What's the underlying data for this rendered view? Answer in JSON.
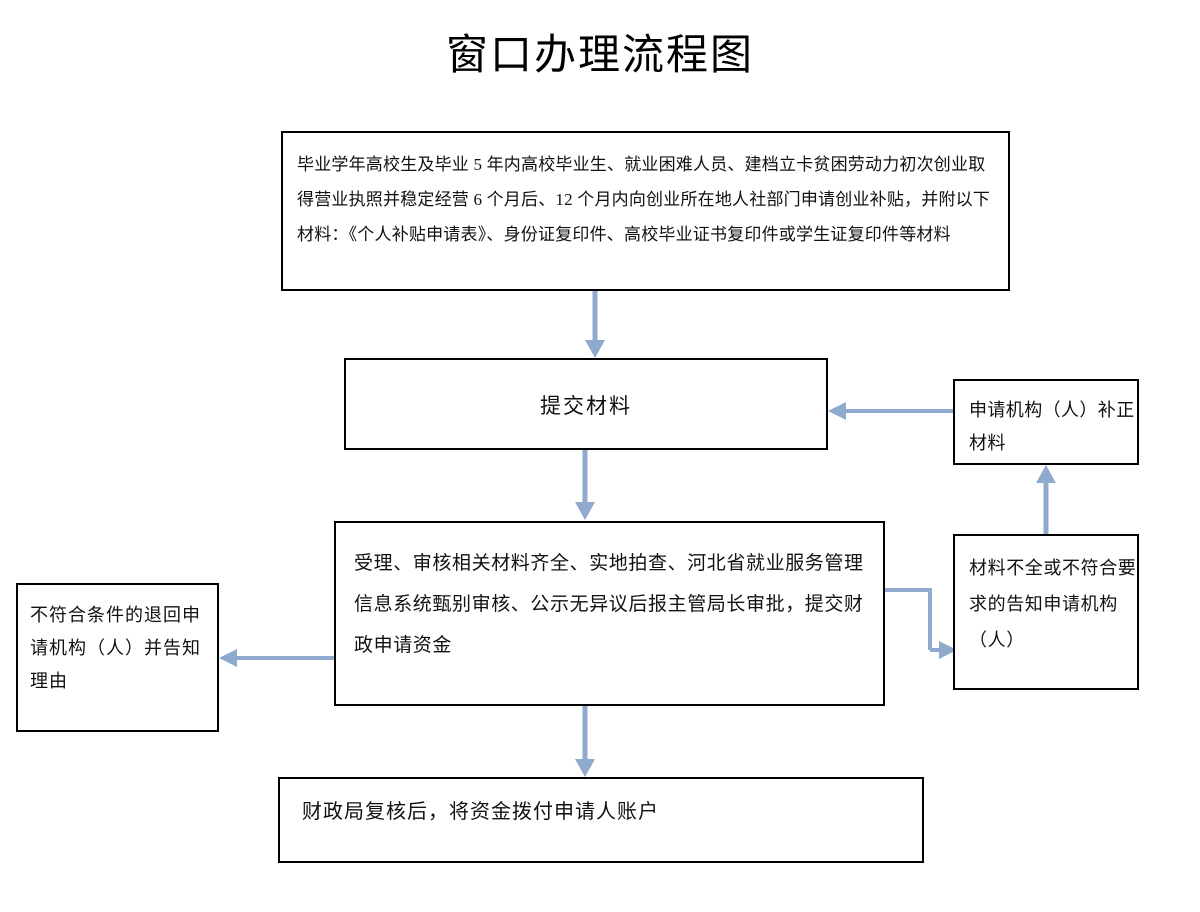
{
  "page": {
    "title": "窗口办理流程图",
    "background": "#ffffff",
    "box_border_color": "#000000",
    "arrow_color": "#8faacd",
    "text_color": "#111111"
  },
  "nodes": {
    "intake": {
      "id": "intake",
      "text": "毕业学年高校生及毕业 5 年内高校毕业生、就业困难人员、建档立卡贫困劳动力初次创业取得营业执照并稳定经营 6 个月后、12 个月内向创业所在地人社部门申请创业补贴，并附以下材料：《个人补贴申请表》、身份证复印件、高校毕业证书复印件或学生证复印件等材料",
      "lines": [
        "毕业学年高校生及毕业 5 年内高校毕业生、就业困难人员、建档立卡贫困",
        "劳动力初次创业取得营业执照并稳定经营 6 个月后、12 个月内向创业所在",
        "地人社部门申请创业补贴，并附以下材料：《个人补贴申请表》、身份证",
        "复印件、高校毕业证书复印件或学生证复印件等材料"
      ]
    },
    "submit": {
      "id": "submit",
      "text": "提交材料"
    },
    "review": {
      "id": "review",
      "text": "受理、审核相关材料齐全、实地拍查、河北省就业服务管理信息系统甄别审核、公示无异议后报主管局长审批，提交财政申请资金",
      "lines": [
        "受理、审核相关材料齐全、实地拍查、河北省就",
        "业服务管理信息系统甄别审核、公示无异议后报",
        "主管局长审批，提交财政申请资金"
      ]
    },
    "payout": {
      "id": "payout",
      "text": "财政局复核后，将资金拨付申请人账户"
    },
    "supplement": {
      "id": "supplement",
      "text": "申请机构（人）补正材料",
      "lines": [
        "申请机构（人）",
        "补正材料"
      ]
    },
    "notify": {
      "id": "notify",
      "text": "材料不全或不符合要求的告知申请机构（人）",
      "lines": [
        "材料不全或不",
        "符合要求的告",
        "知申请机构",
        "（人）"
      ]
    },
    "reject": {
      "id": "reject",
      "text": "不符合条件的退回申请机构（人）并告知理由",
      "lines": [
        "不符合条件的",
        "退回申请机构",
        "（人）并告知理",
        "由"
      ]
    }
  },
  "connectors": [
    {
      "id": "intake-to-submit",
      "from": "intake",
      "to": "submit",
      "direction": "down"
    },
    {
      "id": "submit-to-review",
      "from": "submit",
      "to": "review",
      "direction": "down"
    },
    {
      "id": "review-to-payout",
      "from": "review",
      "to": "payout",
      "direction": "down"
    },
    {
      "id": "supplement-to-submit",
      "from": "supplement",
      "to": "submit",
      "direction": "left"
    },
    {
      "id": "notify-to-supplement",
      "from": "notify",
      "to": "supplement",
      "direction": "up"
    },
    {
      "id": "review-to-notify",
      "from": "review",
      "to": "notify",
      "direction": "right-elbow"
    },
    {
      "id": "review-to-reject",
      "from": "review",
      "to": "reject",
      "direction": "left"
    }
  ]
}
